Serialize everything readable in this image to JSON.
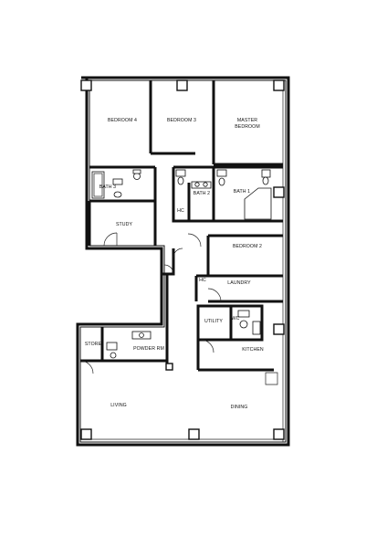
{
  "rooms": {
    "bedroom4": "BEDROOM 4",
    "bedroom3": "BEDROOM 3",
    "master_l1": "MASTER",
    "master_l2": "BEDROOM",
    "bath3": "BATH 3",
    "bath2": "BATH 2",
    "bath1": "BATH 1",
    "hc1": "HC",
    "study": "STUDY",
    "bedroom2": "BEDROOM 2",
    "hc2": "HC",
    "laundry": "LAUNDRY",
    "utility": "UTILITY",
    "wc": "WC",
    "store": "STORE",
    "powder_rm": "POWDER RM",
    "kitchen": "KITCHEN",
    "living": "LIVING",
    "dining": "DINING"
  }
}
